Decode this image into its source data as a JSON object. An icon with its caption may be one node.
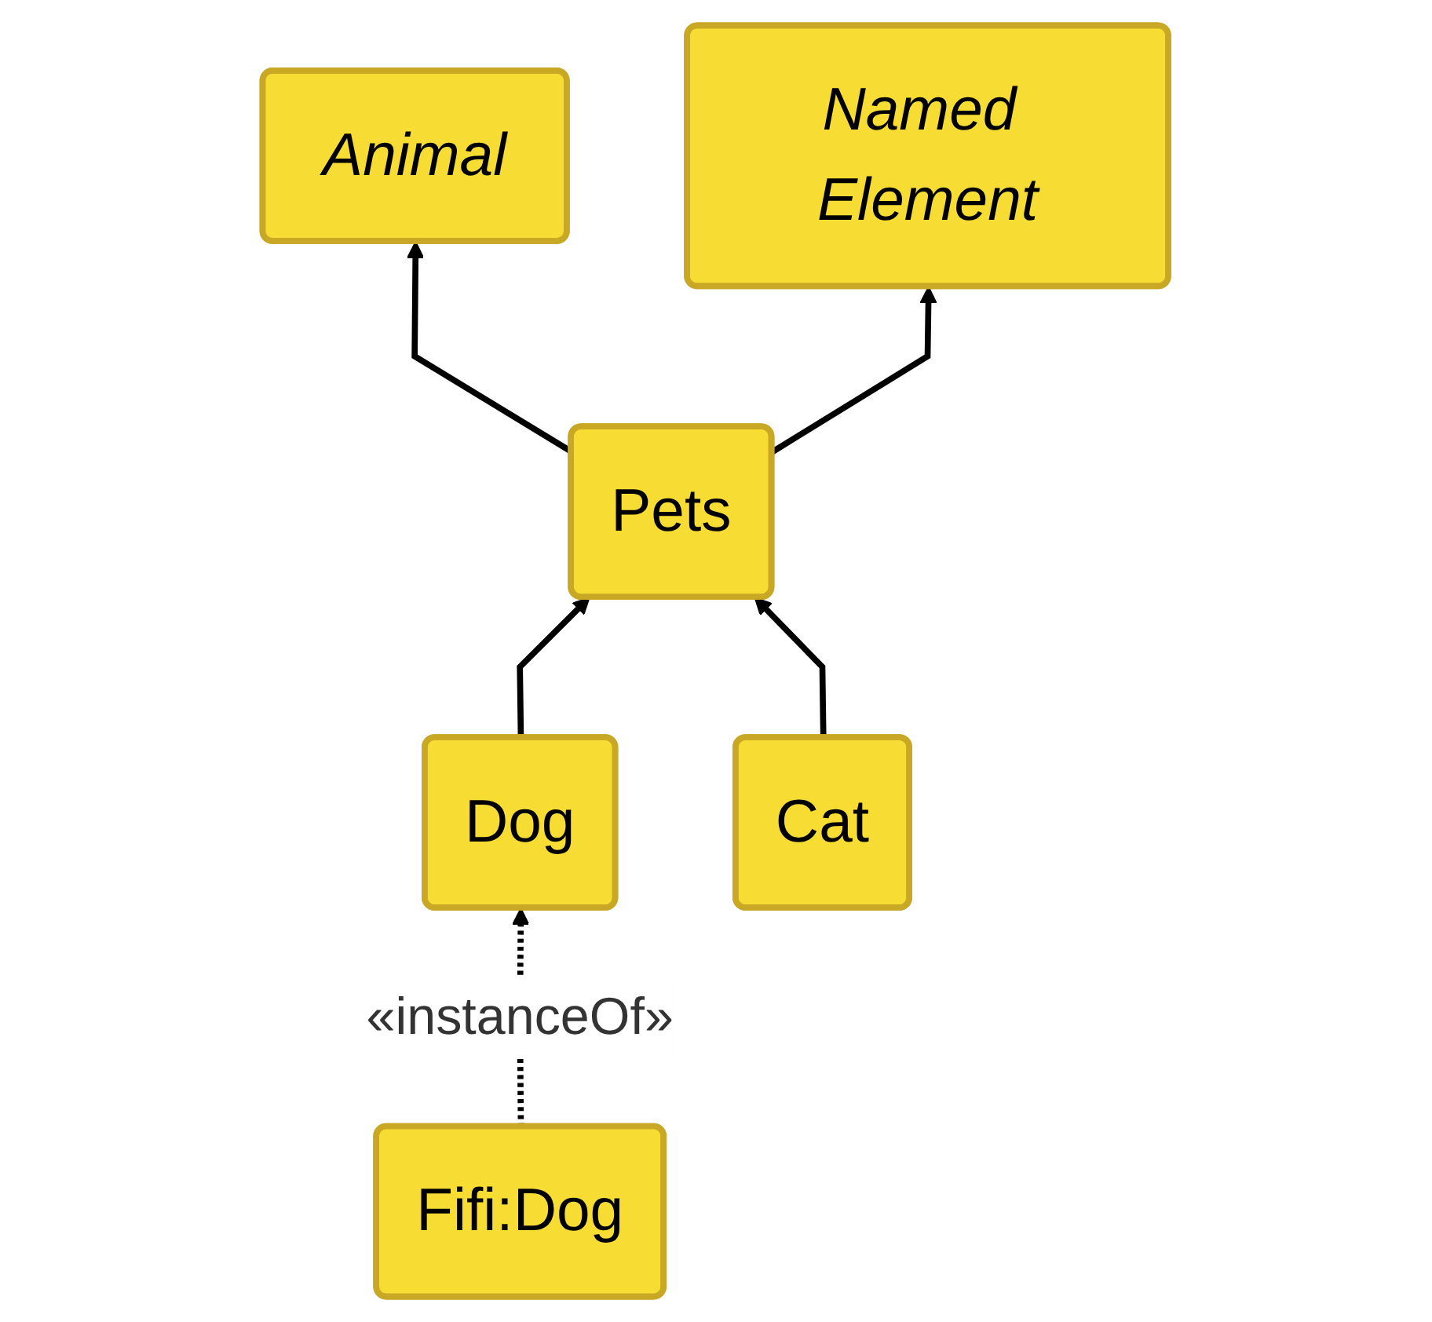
{
  "diagram": {
    "nodes": [
      {
        "text": [
          "Animal"
        ]
      },
      {
        "text": [
          "Named Element"
        ]
      },
      {
        "text": [
          "Pets"
        ]
      },
      {
        "text": [
          "Dog"
        ]
      },
      {
        "text": [
          "Cat"
        ]
      },
      {
        "text": [
          "Fifi:Dog"
        ]
      }
    ],
    "edges": [
      {
        "from": 2,
        "to": 0,
        "arrow": "to"
      },
      {
        "from": 2,
        "to": 1,
        "arrow": "to"
      },
      {
        "from": 3,
        "to": 2,
        "arrow": "to"
      },
      {
        "from": 4,
        "to": 2,
        "arrow": "to"
      },
      {
        "from": 5,
        "to": 3,
        "arrow": "to",
        "style": "dashed",
        "label": "«instanceOf»"
      }
    ]
  }
}
